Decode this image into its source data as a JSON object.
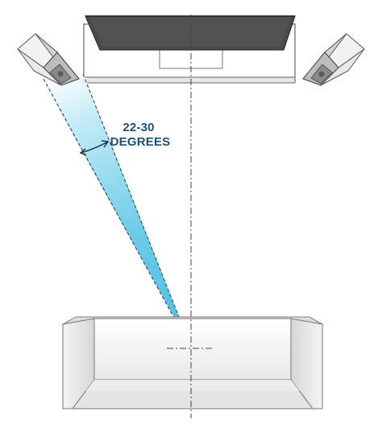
{
  "diagram": {
    "angle_label_line1": "22-30",
    "angle_label_line2": "DEGREES",
    "colors": {
      "beam": "#5cc6e6",
      "label": "#1f4f79",
      "tv_screen": "#4a4a4a",
      "outline": "#555555"
    },
    "parts": [
      "speaker-left",
      "speaker-right",
      "tv",
      "tv-stand",
      "sofa",
      "centerline",
      "toe-in-beam",
      "angle-arc"
    ]
  }
}
